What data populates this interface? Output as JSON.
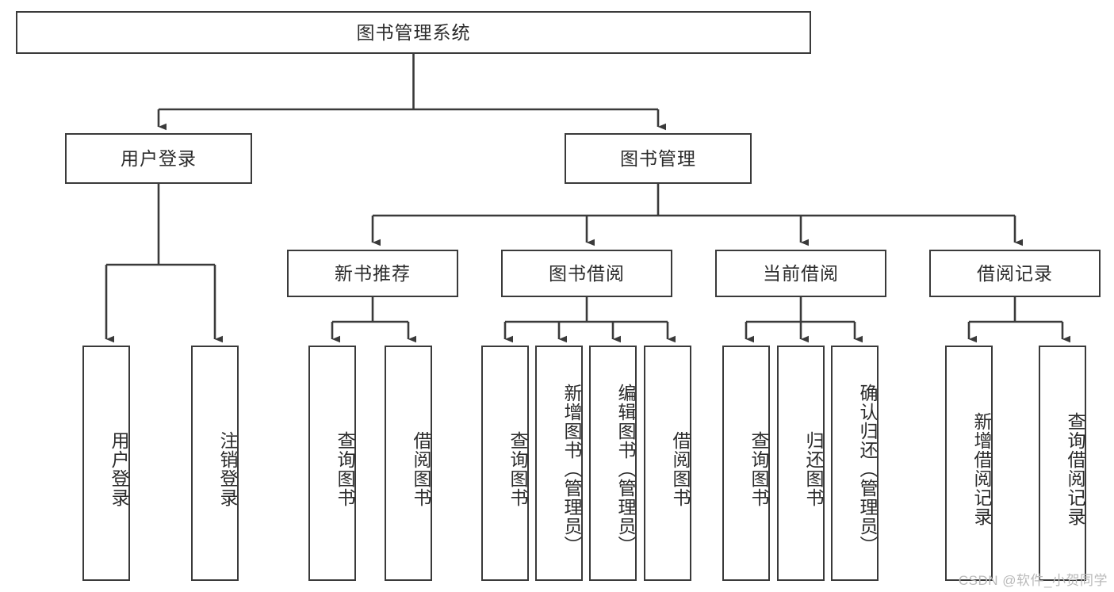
{
  "diagram": {
    "type": "tree-hierarchy",
    "title_node": {
      "id": "root",
      "label": "图书管理系统"
    },
    "level2": [
      {
        "id": "user-login",
        "label": "用户登录"
      },
      {
        "id": "book-manage",
        "label": "图书管理"
      }
    ],
    "level3": [
      {
        "id": "new-book-rec",
        "label": "新书推荐",
        "parent": "book-manage"
      },
      {
        "id": "book-borrow",
        "label": "图书借阅",
        "parent": "book-manage"
      },
      {
        "id": "current-borrow",
        "label": "当前借阅",
        "parent": "book-manage"
      },
      {
        "id": "borrow-record",
        "label": "借阅记录",
        "parent": "book-manage"
      }
    ],
    "leaves": [
      {
        "id": "leaf-user-login",
        "label": "用户登录",
        "parent": "user-login"
      },
      {
        "id": "leaf-logout-login",
        "label": "注销登录",
        "parent": "user-login"
      },
      {
        "id": "leaf-query-book-1",
        "label": "查询图书",
        "parent": "new-book-rec"
      },
      {
        "id": "leaf-borrow-book-1",
        "label": "借阅图书",
        "parent": "new-book-rec"
      },
      {
        "id": "leaf-query-book-2",
        "label": "查询图书",
        "parent": "book-borrow"
      },
      {
        "id": "leaf-add-book",
        "label": "新增图书（管理员）",
        "parent": "book-borrow"
      },
      {
        "id": "leaf-edit-book",
        "label": "编辑图书（管理员）",
        "parent": "book-borrow"
      },
      {
        "id": "leaf-borrow-book-2",
        "label": "借阅图书",
        "parent": "book-borrow"
      },
      {
        "id": "leaf-query-book-3",
        "label": "查询图书",
        "parent": "current-borrow"
      },
      {
        "id": "leaf-return-book",
        "label": "归还图书",
        "parent": "current-borrow"
      },
      {
        "id": "leaf-confirm-return",
        "label": "确认归还（管理员）",
        "parent": "current-borrow"
      },
      {
        "id": "leaf-add-record",
        "label": "新增借阅记录",
        "parent": "borrow-record"
      },
      {
        "id": "leaf-query-record",
        "label": "查询借阅记录",
        "parent": "borrow-record"
      }
    ],
    "colors": {
      "stroke": "#3a3a3a",
      "fill": "#ffffff",
      "text": "#2b2b2b"
    }
  },
  "watermark": {
    "text": "CSDN @软件_小贺同学"
  }
}
